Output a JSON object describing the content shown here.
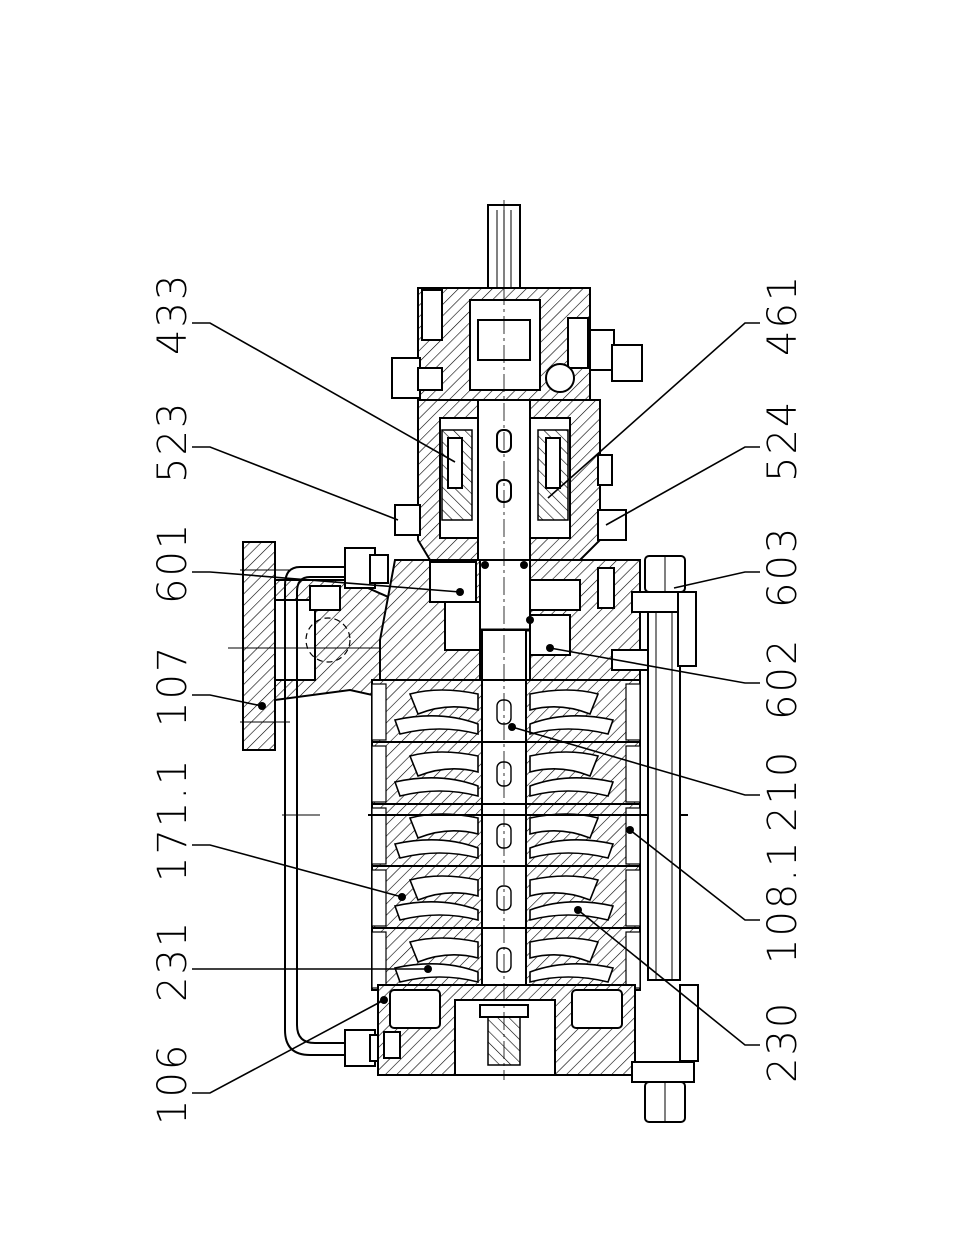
{
  "labels_left": [
    {
      "id": "433",
      "text": "433"
    },
    {
      "id": "523",
      "text": "523"
    },
    {
      "id": "601",
      "text": "601"
    },
    {
      "id": "107",
      "text": "107"
    },
    {
      "id": "171_1",
      "text": "171.1"
    },
    {
      "id": "231",
      "text": "231"
    },
    {
      "id": "106",
      "text": "106"
    }
  ],
  "labels_right": [
    {
      "id": "461",
      "text": "461"
    },
    {
      "id": "524",
      "text": "524"
    },
    {
      "id": "603",
      "text": "603"
    },
    {
      "id": "602",
      "text": "602"
    },
    {
      "id": "210",
      "text": "210"
    },
    {
      "id": "108_1",
      "text": "108.1"
    },
    {
      "id": "230",
      "text": "230"
    }
  ]
}
